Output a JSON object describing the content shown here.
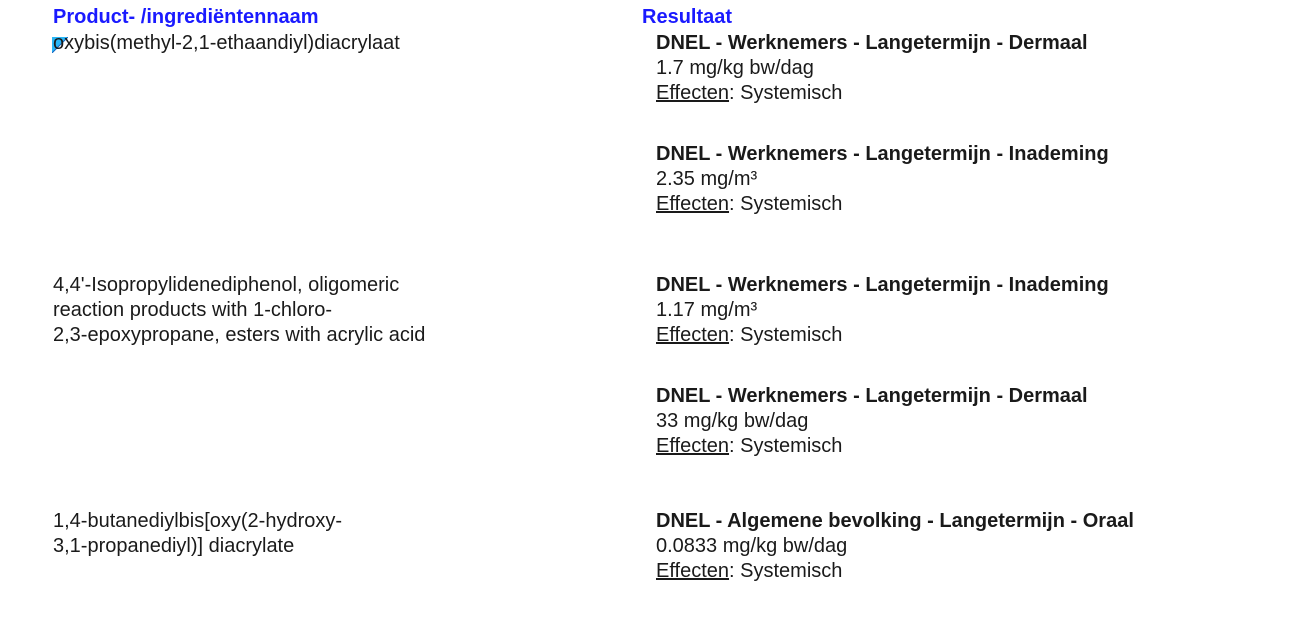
{
  "headers": {
    "product": "Product- /ingrediëntennaam",
    "result": "Resultaat"
  },
  "rows": [
    {
      "name": "oxybis(methyl-2,1-ethaandiyl)diacrylaat",
      "results": [
        {
          "title": "DNEL - Werknemers - Langetermijn - Dermaal",
          "value": "1.7 mg/kg bw/dag",
          "effect_label": "Effecten",
          "effect_value": ": Systemisch"
        },
        {
          "title": "DNEL - Werknemers - Langetermijn - Inademing",
          "value": "2.35 mg/m³",
          "effect_label": "Effecten",
          "effect_value": ": Systemisch"
        }
      ]
    },
    {
      "name": "4,4'-Isopropylidenediphenol, oligomeric reaction products with 1-chloro-2,3-epoxypropane, esters with acrylic acid",
      "name_lines": [
        "4,4'-Isopropylidenediphenol, oligomeric",
        "reaction products with 1-chloro-",
        "2,3-epoxypropane, esters with acrylic acid"
      ],
      "results": [
        {
          "title": "DNEL - Werknemers - Langetermijn - Inademing",
          "value": "1.17 mg/m³",
          "effect_label": "Effecten",
          "effect_value": ": Systemisch"
        },
        {
          "title": "DNEL - Werknemers - Langetermijn - Dermaal",
          "value": "33 mg/kg bw/dag",
          "effect_label": "Effecten",
          "effect_value": ": Systemisch"
        }
      ]
    },
    {
      "name": "1,4-butanediylbis[oxy(2-hydroxy-3,1-propanediyl)] diacrylate",
      "name_lines": [
        "1,4-butanediylbis[oxy(2-hydroxy-",
        "3,1-propanediyl)] diacrylate"
      ],
      "results": [
        {
          "title": "DNEL - Algemene bevolking - Langetermijn - Oraal",
          "value": "0.0833 mg/kg bw/dag",
          "effect_label": "Effecten",
          "effect_value": ": Systemisch"
        }
      ]
    }
  ],
  "colors": {
    "header": "#1a1aff",
    "marker_fill": "#29b6f6",
    "text": "#1a1a1a"
  },
  "icons": {
    "marker": "comment-marker-icon"
  }
}
